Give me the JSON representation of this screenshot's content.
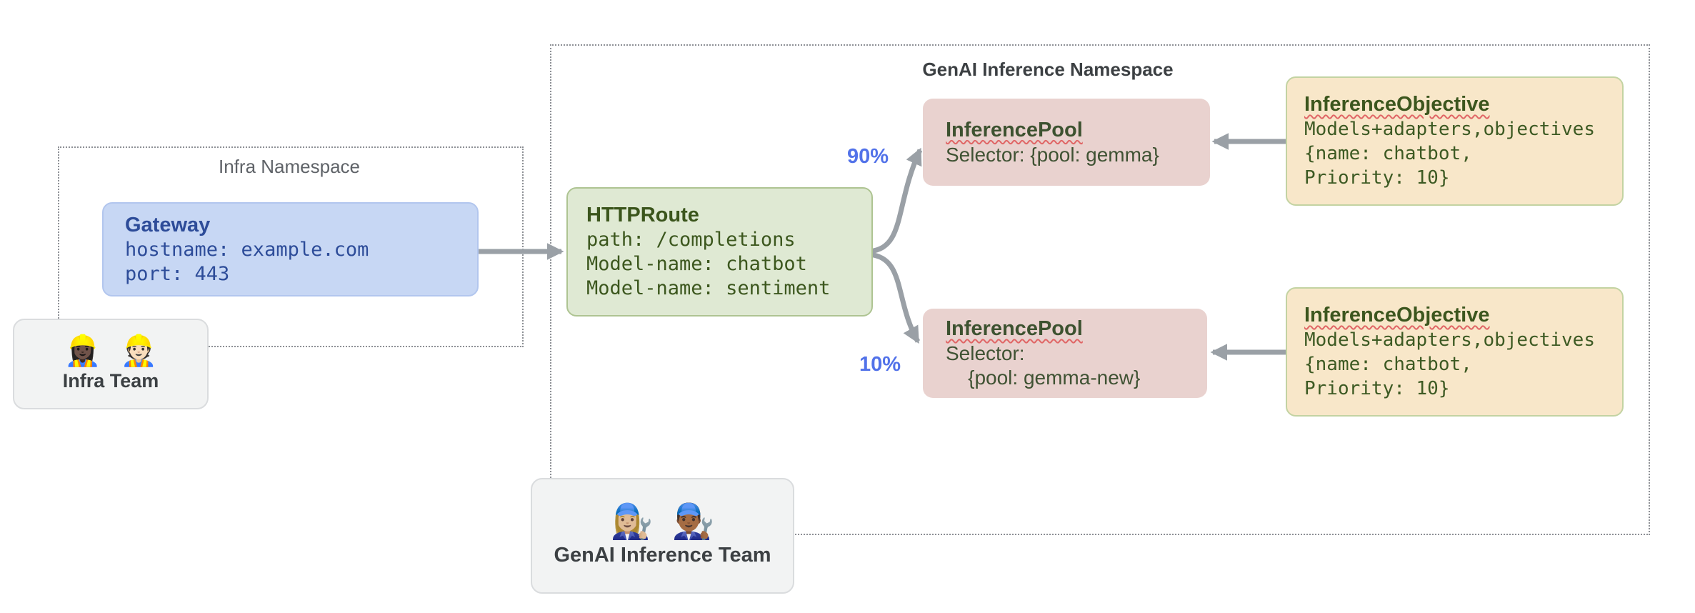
{
  "diagram": {
    "infra_namespace": {
      "title": "Infra Namespace"
    },
    "genai_namespace": {
      "title": "GenAI Inference Namespace"
    },
    "gateway": {
      "title": "Gateway",
      "lines": [
        "hostname: example.com",
        "port: 443"
      ]
    },
    "httproute": {
      "title": "HTTPRoute",
      "lines": [
        "path: /completions",
        "Model-name: chatbot",
        "Model-name: sentiment"
      ]
    },
    "inference_pool_top": {
      "title": "InferencePool",
      "lines": [
        "Selector: {pool: gemma}"
      ]
    },
    "inference_pool_bottom": {
      "title": "InferencePool",
      "lines": [
        "Selector:",
        "    {pool: gemma-new}"
      ]
    },
    "inference_objective_top": {
      "title": "InferenceObjective",
      "lines": [
        "Models+adapters,objectives",
        "{name: chatbot,",
        "Priority: 10}"
      ]
    },
    "inference_objective_bottom": {
      "title": "InferenceObjective",
      "lines": [
        "Models+adapters,objectives",
        "{name: chatbot,",
        "Priority: 10}"
      ]
    },
    "edges": {
      "split_top_label": "90%",
      "split_bottom_label": "10%"
    },
    "infra_team": {
      "emojis": [
        "👷🏿‍♀️",
        "👷🏻"
      ],
      "label": "Infra Team"
    },
    "genai_team": {
      "emojis": [
        "👩🏼‍🔧",
        "👨🏾‍🔧"
      ],
      "label": "GenAI Inference Team"
    },
    "colors": {
      "arrow": "#9aa0a6",
      "namespace_border": "#8d9095",
      "gateway_fill": "#c7d7f4",
      "gateway_border": "#b2c6ee",
      "gateway_text": "#2d4c99",
      "route_fill": "#dfe9d3",
      "route_border": "#aec492",
      "route_text": "#3b551c",
      "pool_fill": "#e9d2cf",
      "pool_text": "#3d5230",
      "objective_fill": "#f8e7c9",
      "objective_border": "#c3d3a2",
      "objective_text": "#3c561e",
      "team_fill": "#f2f3f3",
      "team_border": "#dadcde",
      "team_text": "#3c4043",
      "percent_text": "#5272e9",
      "squiggle_underline": "#e06666"
    }
  }
}
